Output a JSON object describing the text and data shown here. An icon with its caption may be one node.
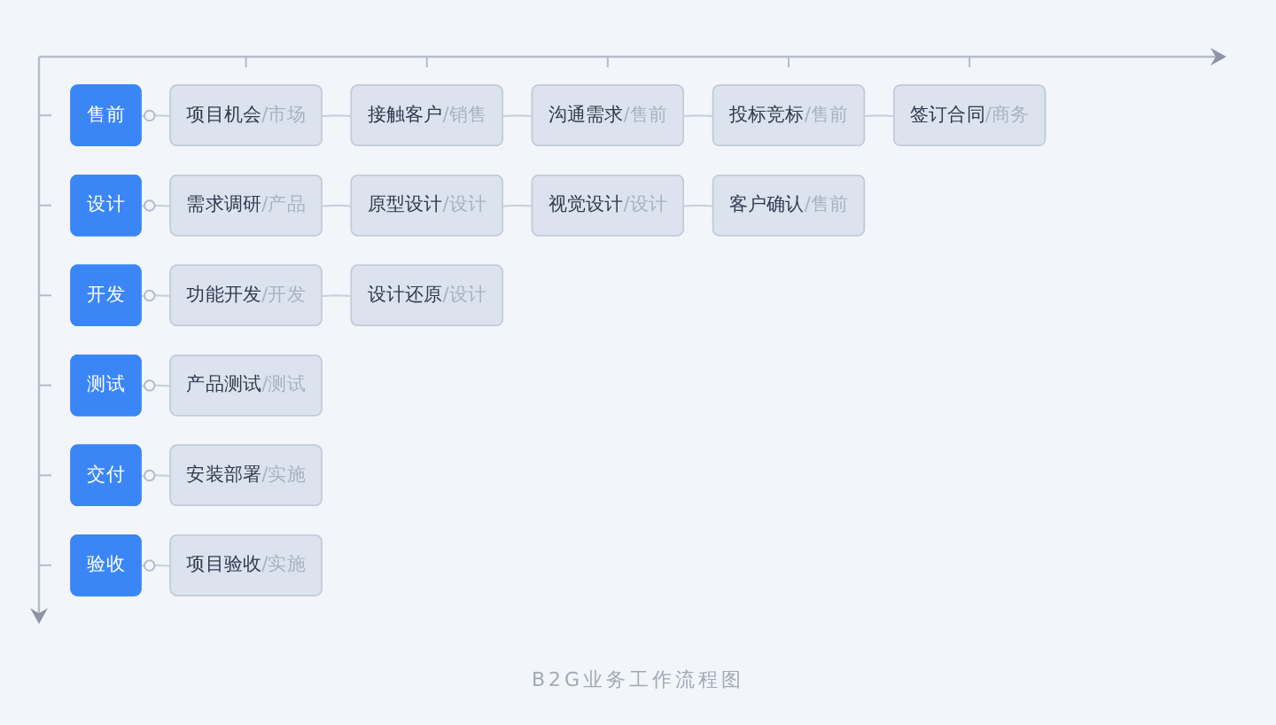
{
  "diagram": {
    "caption": "B2G业务工作流程图",
    "nodes": [
      {
        "text": [
          "售前"
        ]
      },
      {
        "text": [
          "项目机会",
          "/市场"
        ]
      },
      {
        "text": [
          "接触客户",
          "/销售"
        ]
      },
      {
        "text": [
          "沟通需求",
          "/售前"
        ]
      },
      {
        "text": [
          "投标竞标",
          "/售前"
        ]
      },
      {
        "text": [
          "签订合同",
          "/商务"
        ]
      },
      {
        "text": [
          "设计"
        ]
      },
      {
        "text": [
          "需求调研",
          "/产品"
        ]
      },
      {
        "text": [
          "原型设计",
          "/设计"
        ]
      },
      {
        "text": [
          "视觉设计",
          "/设计"
        ]
      },
      {
        "text": [
          "客户确认",
          "/售前"
        ]
      },
      {
        "text": [
          "开发"
        ]
      },
      {
        "text": [
          "功能开发",
          "/开发"
        ]
      },
      {
        "text": [
          "设计还原",
          "/设计"
        ]
      },
      {
        "text": [
          "测试"
        ]
      },
      {
        "text": [
          "产品测试",
          "/测试"
        ]
      },
      {
        "text": [
          "交付"
        ]
      },
      {
        "text": [
          "安装部署",
          "/实施"
        ]
      },
      {
        "text": [
          "验收"
        ]
      },
      {
        "text": [
          "项目验收",
          "/实施"
        ]
      }
    ],
    "edges": [
      {
        "from": 0,
        "to": 1,
        "arrow": "other"
      },
      {
        "from": 1,
        "to": 2,
        "arrow": "none"
      },
      {
        "from": 2,
        "to": 3,
        "arrow": "none"
      },
      {
        "from": 3,
        "to": 4,
        "arrow": "none"
      },
      {
        "from": 4,
        "to": 5,
        "arrow": "none"
      },
      {
        "from": 6,
        "to": 7,
        "arrow": "other"
      },
      {
        "from": 7,
        "to": 8,
        "arrow": "none"
      },
      {
        "from": 8,
        "to": 9,
        "arrow": "none"
      },
      {
        "from": 9,
        "to": 10,
        "arrow": "none"
      },
      {
        "from": 11,
        "to": 12,
        "arrow": "other"
      },
      {
        "from": 12,
        "to": 13,
        "arrow": "none"
      },
      {
        "from": 14,
        "to": 15,
        "arrow": "other"
      },
      {
        "from": 16,
        "to": 17,
        "arrow": "other"
      },
      {
        "from": 18,
        "to": 19,
        "arrow": "other"
      }
    ]
  }
}
